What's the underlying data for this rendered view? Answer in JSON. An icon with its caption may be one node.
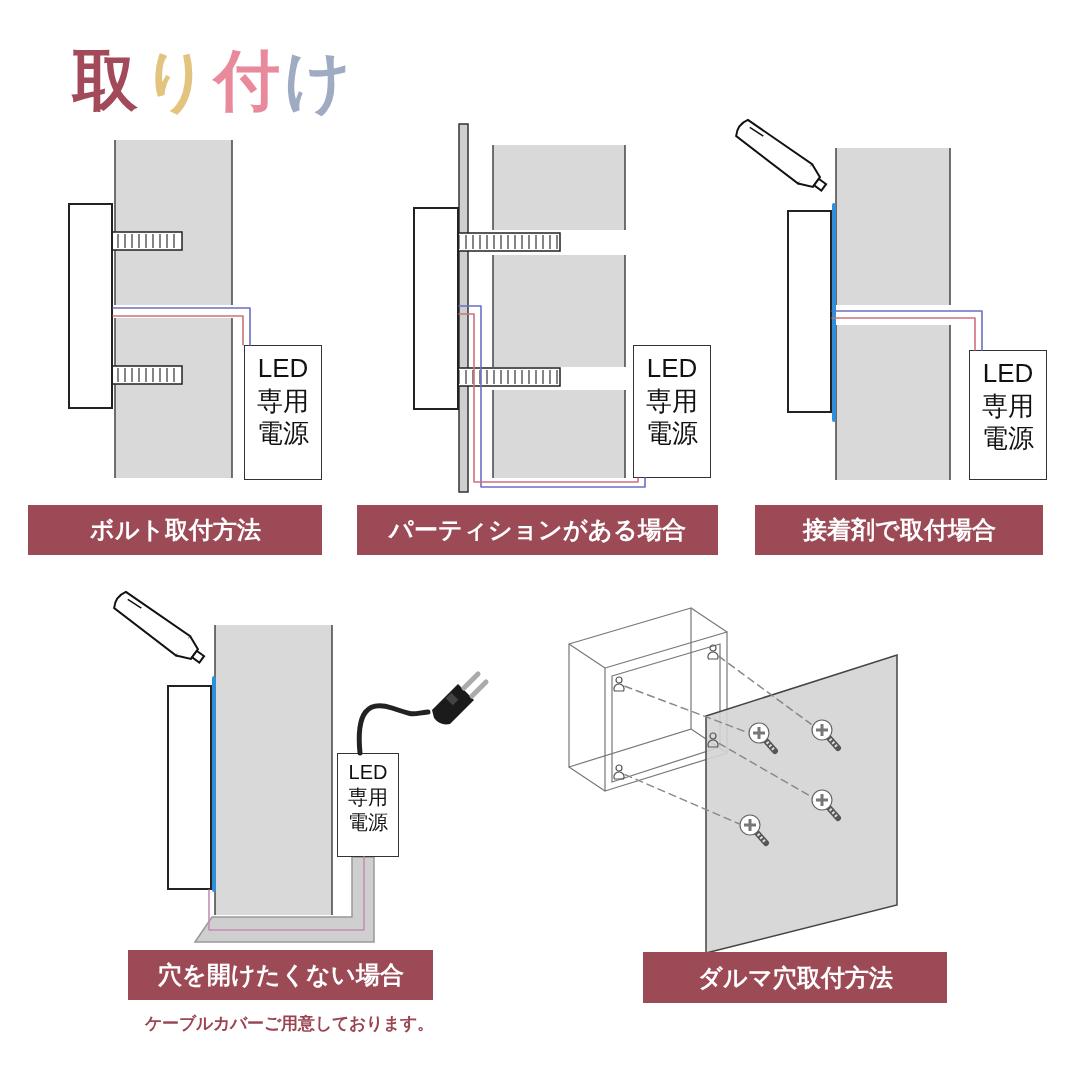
{
  "diagram": {
    "title": "取り付け",
    "nodes": [
      {
        "text": [],
        "shape": "box"
      },
      {
        "text": [
          "LED専用電源"
        ]
      },
      {
        "text": [
          "ボルト取付方法"
        ]
      },
      {
        "text": [],
        "shape": "box"
      },
      {
        "text": [
          "LED専用電源"
        ]
      },
      {
        "text": [
          "パーティションがある場合"
        ]
      },
      {
        "text": [],
        "shape": "box"
      },
      {
        "text": [
          "LED専用電源"
        ]
      },
      {
        "text": [
          "接着剤で取付場合"
        ]
      },
      {
        "text": [],
        "shape": "box"
      },
      {
        "text": [
          "LED専用電源"
        ]
      },
      {
        "text": [],
        "shape": "picture"
      },
      {
        "text": [
          "穴を開けたくない場合"
        ],
        "beside": [
          "ケーブルカバーご用意しております。"
        ]
      },
      {
        "text": [
          "ダルマ穴取付方法"
        ]
      },
      {
        "text": [],
        "shape": "keyhole"
      },
      {
        "text": [],
        "shape": "keyhole"
      },
      {
        "text": [],
        "shape": "keyhole"
      },
      {
        "text": [],
        "shape": "keyhole"
      },
      {
        "text": [],
        "shape": "picture"
      },
      {
        "text": [],
        "shape": "picture"
      },
      {
        "text": [],
        "shape": "picture"
      },
      {
        "text": [],
        "shape": "picture"
      }
    ],
    "edges": [
      {
        "from": 0,
        "to": 1,
        "arrow": "none"
      },
      {
        "from": 3,
        "to": 4,
        "arrow": "none"
      },
      {
        "from": 6,
        "to": 7,
        "arrow": "none"
      },
      {
        "from": 9,
        "to": 10,
        "arrow": "none",
        "color": "#c58fb0"
      },
      {
        "from": 10,
        "to": 11,
        "arrow": "none",
        "style": "thick",
        "color": "#222222"
      },
      {
        "from": 14,
        "to": 18,
        "arrow": "none",
        "style": "dashed",
        "color": "#888888"
      },
      {
        "from": 15,
        "to": 19,
        "arrow": "none",
        "style": "dashed",
        "color": "#888888"
      },
      {
        "from": 16,
        "to": 20,
        "arrow": "none",
        "style": "dashed",
        "color": "#888888"
      },
      {
        "from": 17,
        "to": 21,
        "arrow": "none",
        "style": "dashed",
        "color": "#888888"
      }
    ]
  }
}
